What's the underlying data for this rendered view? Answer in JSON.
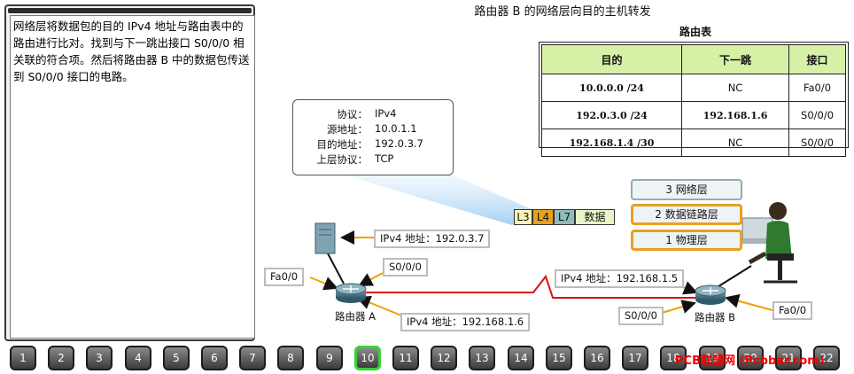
{
  "description": "网络层将数据包的目的 IPv4 地址与路由表中的路由进行比对。找到与下一跳出接口 S0/0/0 相关联的符合项。然后将路由器 B 中的数据包传送到 S0/0/0 接口的电路。",
  "title": "路由器 B 的网络层向目的主机转发",
  "routing_table": {
    "title": "路由表",
    "headers": [
      "目的",
      "下一跳",
      "接口"
    ],
    "rows": [
      [
        "10.0.0.0 /24",
        "NC",
        "Fa0/0"
      ],
      [
        "192.0.3.0 /24",
        "192.168.1.6",
        "S0/0/0"
      ],
      [
        "192.168.1.4 /30",
        "NC",
        "S0/0/0"
      ]
    ]
  },
  "packet": {
    "rows": [
      {
        "key": "协议：",
        "value": "IPv4"
      },
      {
        "key": "源地址：",
        "value": "10.0.1.1"
      },
      {
        "key": "目的地址：",
        "value": "192.0.3.7"
      },
      {
        "key": "上层协议：",
        "value": "TCP"
      }
    ],
    "header_segments": [
      "L3",
      "L4",
      "L7",
      "数据"
    ],
    "segment_colors": [
      "#fdf4b8",
      "#e8a020",
      "#8fbcb8",
      "#e9f4c8"
    ]
  },
  "layers": [
    "3 网络层",
    "2 数据链路层",
    "1 物理层"
  ],
  "callouts": {
    "server_ip": "IPv4 地址：192.0.3.7",
    "router_a_fa": "Fa0/0",
    "router_a_s": "S0/0/0",
    "router_a_ip": "IPv4 地址：192.168.1.6",
    "router_b_ip": "IPv4 地址：192.168.1.5",
    "router_b_s": "S0/0/0",
    "router_b_fa": "Fa0/0"
  },
  "router_a_label": "路由器 A",
  "router_b_label": "路由器 B",
  "nav": {
    "pages": [
      "1",
      "2",
      "3",
      "4",
      "5",
      "6",
      "7",
      "8",
      "9",
      "10",
      "11",
      "12",
      "13",
      "14",
      "15",
      "16",
      "17",
      "18",
      "19",
      "20",
      "21",
      "22"
    ],
    "current": "10"
  },
  "watermark": "PCB联盟网 (Pcbbar.com)",
  "colors": {
    "table_header": "#d6f0a6",
    "serial_link": "#dd1111",
    "arrow": "#f0a000",
    "active_page": "#37d337"
  }
}
